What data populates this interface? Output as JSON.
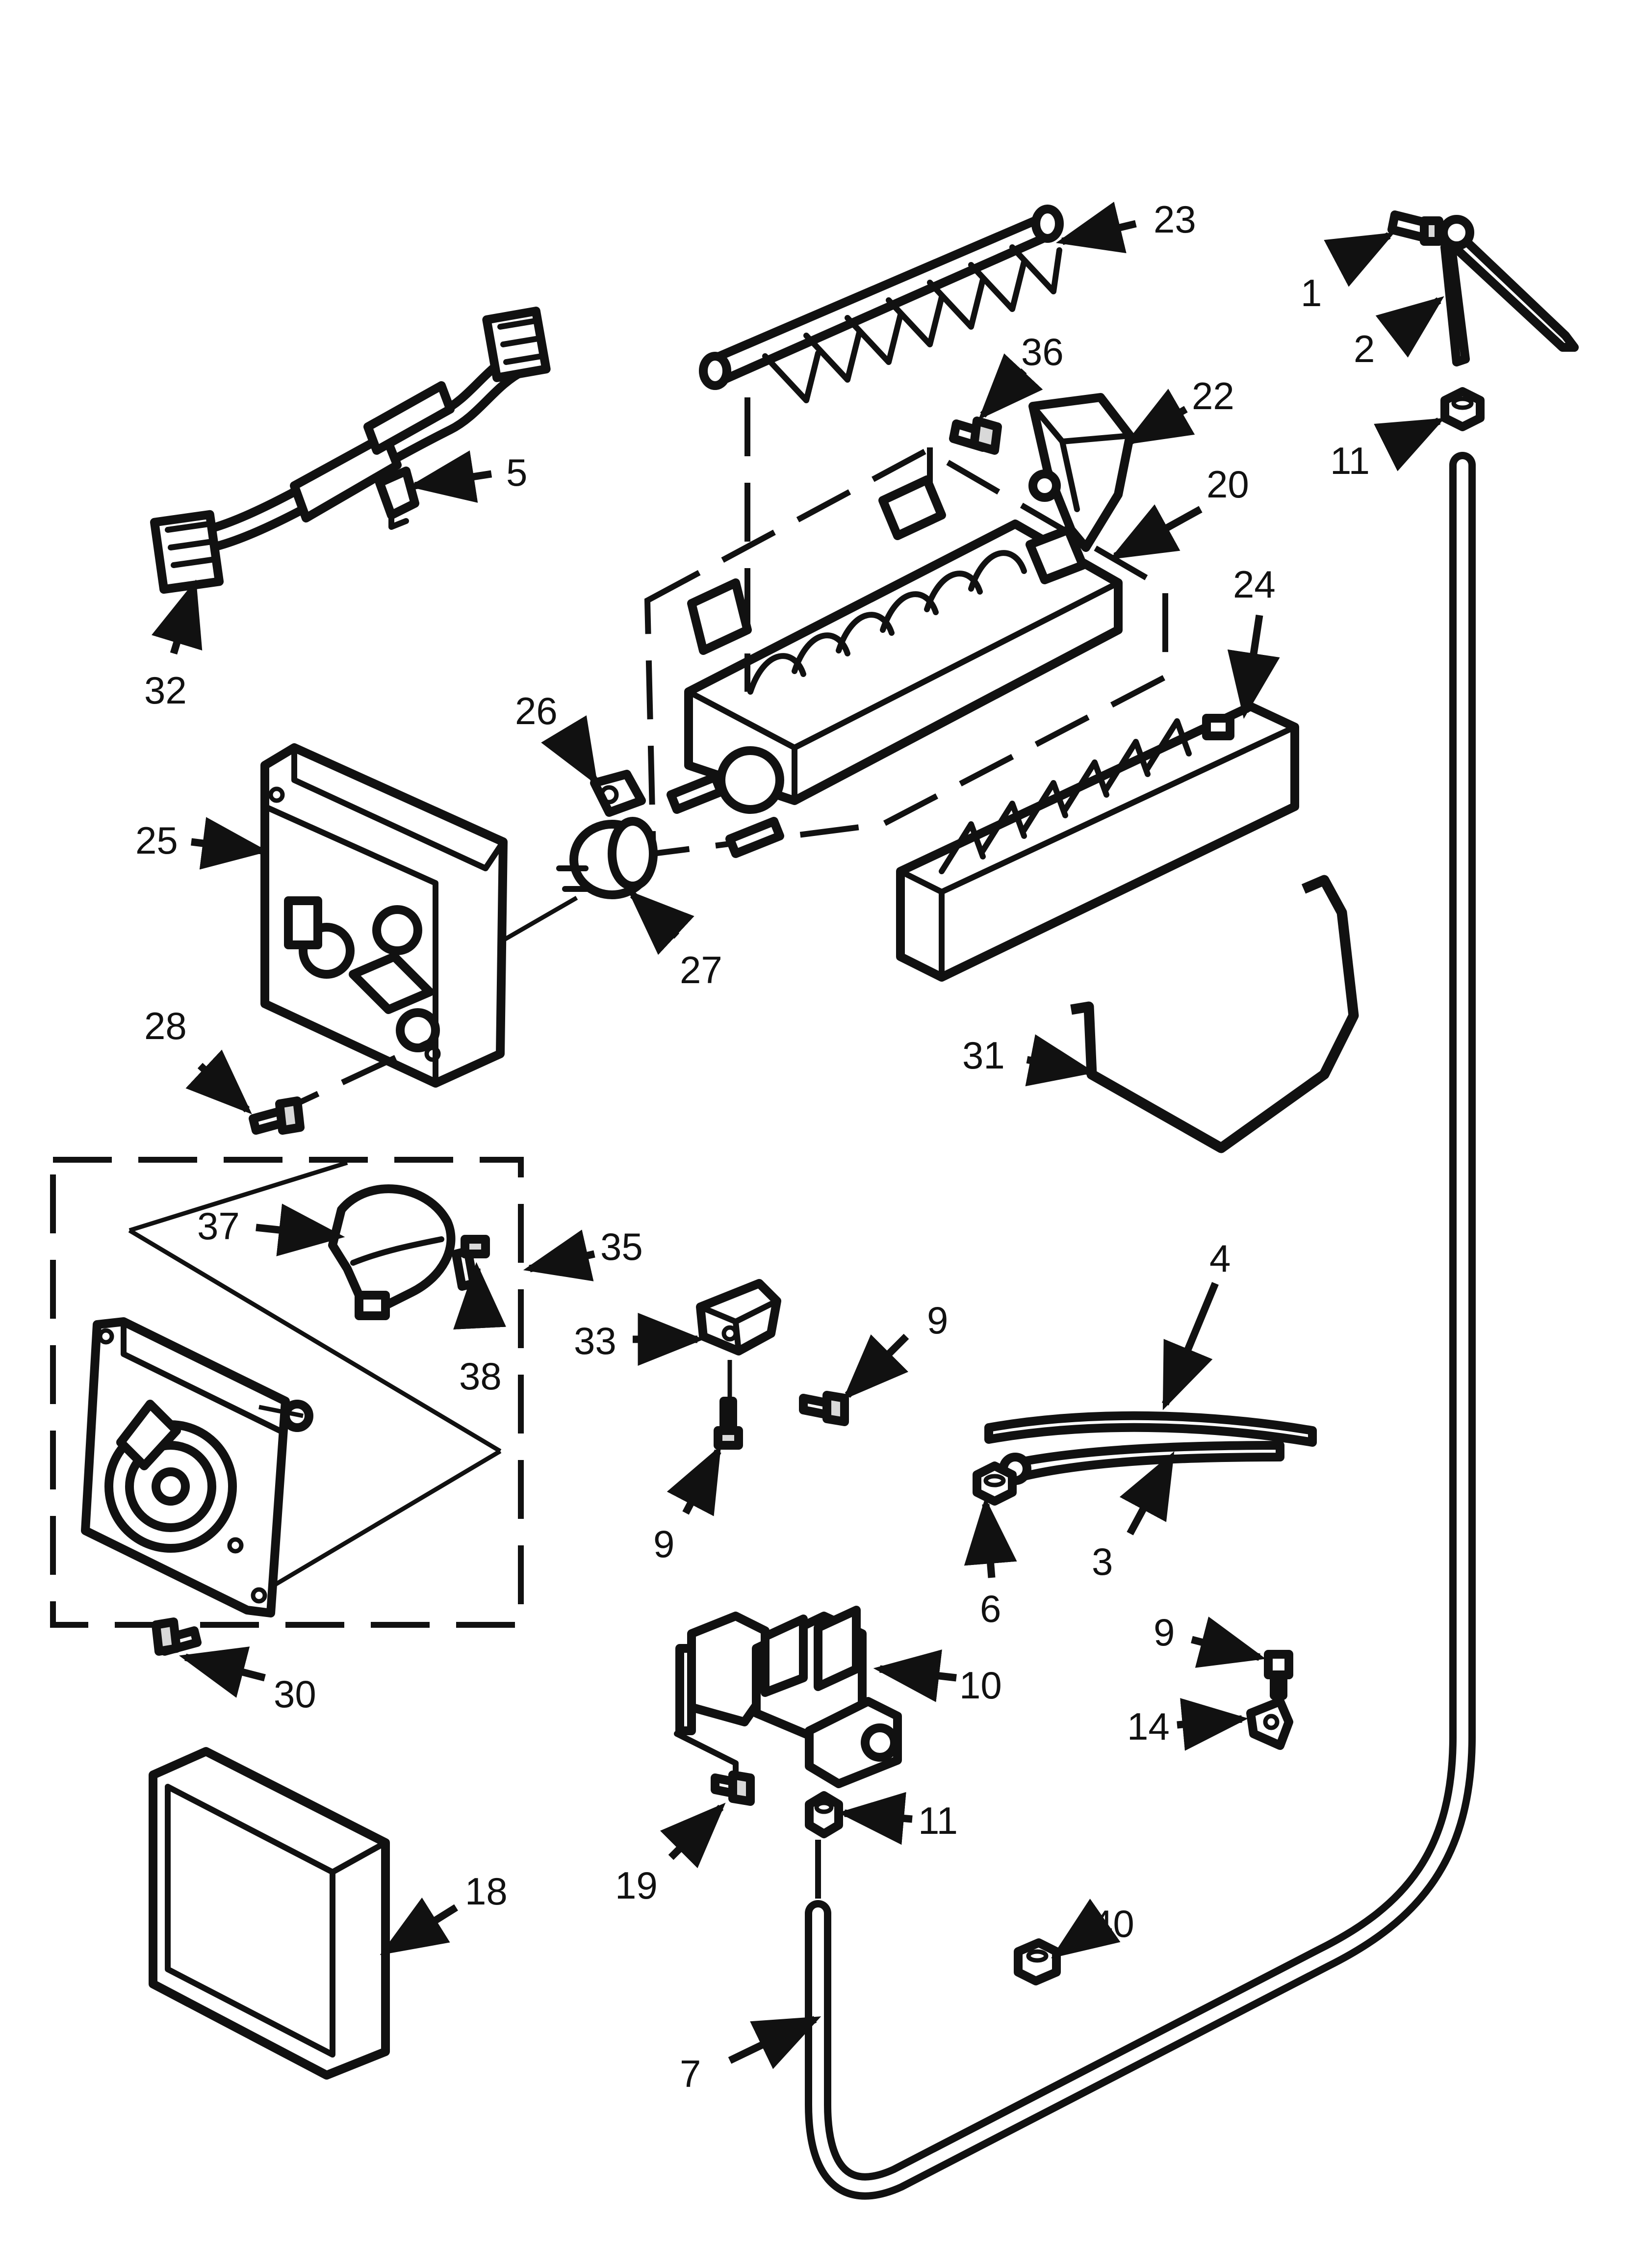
{
  "callouts": {
    "c1": "1",
    "c2": "2",
    "c3": "3",
    "c4": "4",
    "c5": "5",
    "c6": "6",
    "c7": "7",
    "c9a": "9",
    "c9b": "9",
    "c9c": "9",
    "c10": "10",
    "c11a": "11",
    "c11b": "11",
    "c14": "14",
    "c18": "18",
    "c19": "19",
    "c20": "20",
    "c22": "22",
    "c23": "23",
    "c24": "24",
    "c25": "25",
    "c26": "26",
    "c27": "27",
    "c28": "28",
    "c30": "30",
    "c31": "31",
    "c32": "32",
    "c33": "33",
    "c35": "35",
    "c36": "36",
    "c37": "37",
    "c38": "38",
    "c40": "40"
  },
  "colors": {
    "line": "#111111",
    "background": "#ffffff"
  }
}
